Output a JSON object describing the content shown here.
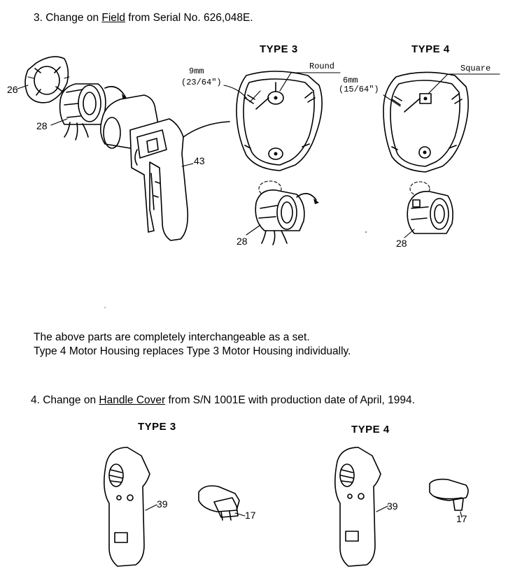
{
  "section3": {
    "heading_prefix": "3.  Change on ",
    "heading_underlined": "Field",
    "heading_suffix": " from Serial No. 626,048E.",
    "type3_label": "TYPE 3",
    "type4_label": "TYPE 4",
    "dim_type3_mm": "9mm",
    "dim_type3_in": "(23/64\")",
    "callout_round": "Round",
    "dim_type4_mm": "6mm",
    "dim_type4_in": "(15/64\")",
    "callout_square": "Square",
    "part_26": "26",
    "part_28_main": "28",
    "part_43": "43",
    "part_28_type3": "28",
    "part_28_type4": "28",
    "note_line1": "The above parts are completely interchangeable as a set.",
    "note_line2": "Type 4 Motor Housing replaces Type 3 Motor Housing individually."
  },
  "section4": {
    "heading_prefix": "4.  Change on ",
    "heading_underlined": "Handle Cover",
    "heading_suffix": " from S/N 1001E with production date of April, 1994.",
    "type3_label": "TYPE 3",
    "type4_label": "TYPE 4",
    "part_39_type3": "39",
    "part_17_type3": "17",
    "part_39_type4": "39",
    "part_17_type4": "17"
  },
  "icons": [
    "end-bracket-drawing",
    "field-coil-drawing",
    "motor-housing-drawing",
    "handle-half-drawing",
    "handle-cover-drawing"
  ]
}
